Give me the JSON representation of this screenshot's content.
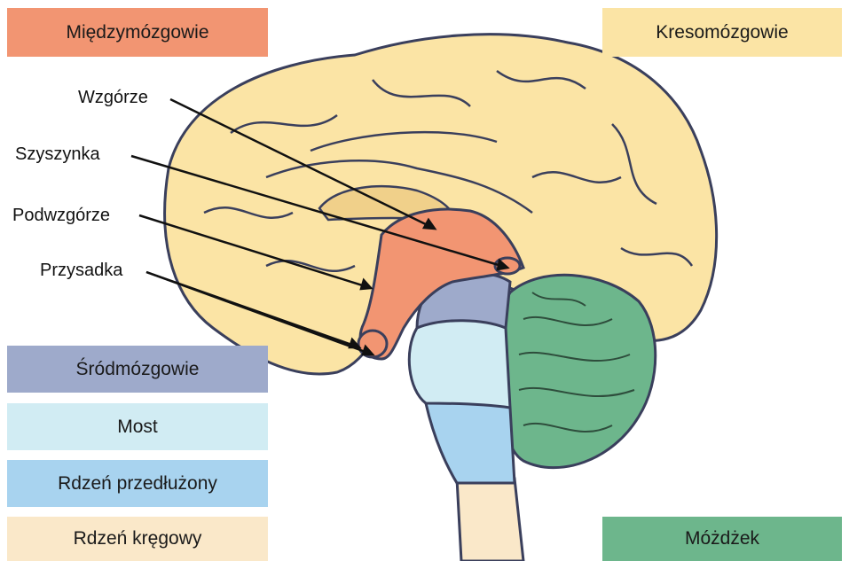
{
  "colors": {
    "diencephalon": "#f29572",
    "telencephalon": "#fbe4a5",
    "midbrain": "#9eaacb",
    "pons": "#d1ecf3",
    "medulla": "#a8d3ef",
    "spinal_cord": "#fae8c9",
    "cerebellum": "#6db68c",
    "outline": "#3a3f5c"
  },
  "legend": {
    "diencephalon": "Międzymózgowie",
    "telencephalon": "Kresomózgowie",
    "midbrain": "Śródmózgowie",
    "pons": "Most",
    "medulla": "Rdzeń przedłużony",
    "spinal_cord": "Rdzeń kręgowy",
    "cerebellum": "Móżdżek"
  },
  "callouts": {
    "thalamus": "Wzgórze",
    "pineal": "Szyszynka",
    "hypothalamus": "Podwzgórze",
    "pituitary": "Przysadka"
  }
}
